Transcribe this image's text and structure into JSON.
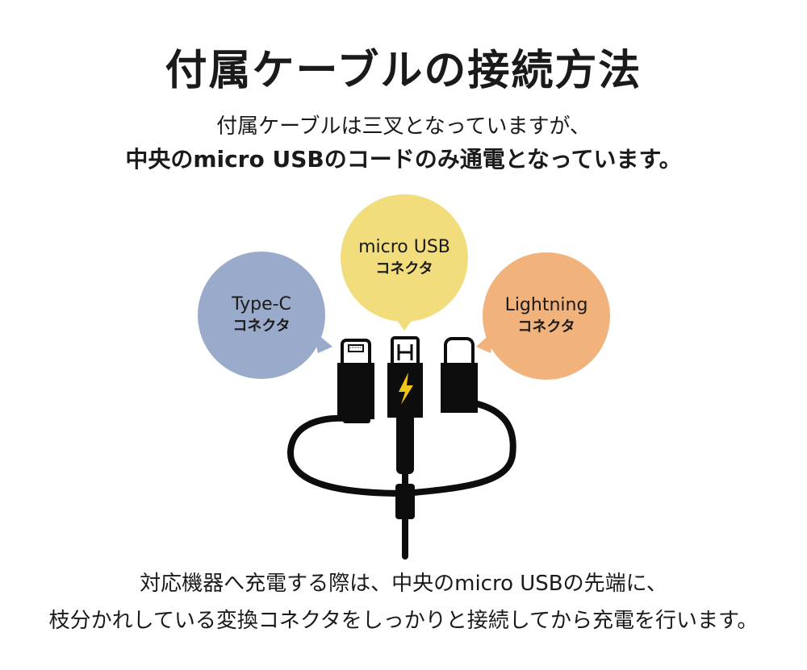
{
  "title": "付属ケーブルの接続方法",
  "subtitle_line1": "付属ケーブルは三叉となっていますが、",
  "subtitle_line2": "中央のmicro USBのコードのみ通電となっています。",
  "connectors": {
    "typec": {
      "name": "Type-C",
      "kind": "コネクタ"
    },
    "micro": {
      "name": "micro USB",
      "kind": "コネクタ"
    },
    "lightning": {
      "name": "Lightning",
      "kind": "コネクタ"
    }
  },
  "footer_line1": "対応機器へ充電する際は、中央のmicro USBの先端に、",
  "footer_line2": "枝分かれしている変換コネクタをしっかりと接続してから充電を行います。",
  "colors": {
    "typec_bubble": "#9aaacb",
    "micro_bubble": "#f2dd7c",
    "lightning_bubble": "#f2b27c",
    "cable": "#0d0d0d",
    "bolt": "#f2c318"
  }
}
